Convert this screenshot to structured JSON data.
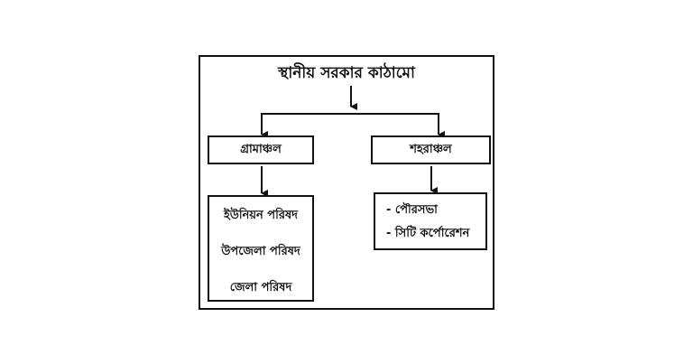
{
  "diagram": {
    "title": "স্থানীয় সরকার কাঠামো",
    "rural": {
      "label": "গ্রামাঞ্চল",
      "items": [
        "ইউনিয়ন পরিষদ",
        "উপজেলা পরিষদ",
        "জেলা পরিষদ"
      ]
    },
    "urban": {
      "label": "শহরাঞ্চল",
      "items": [
        "- পৌরসভা",
        "- সিটি কর্পোরেশন"
      ]
    }
  },
  "colors": {
    "line": "#111111",
    "background": "#ffffff"
  }
}
